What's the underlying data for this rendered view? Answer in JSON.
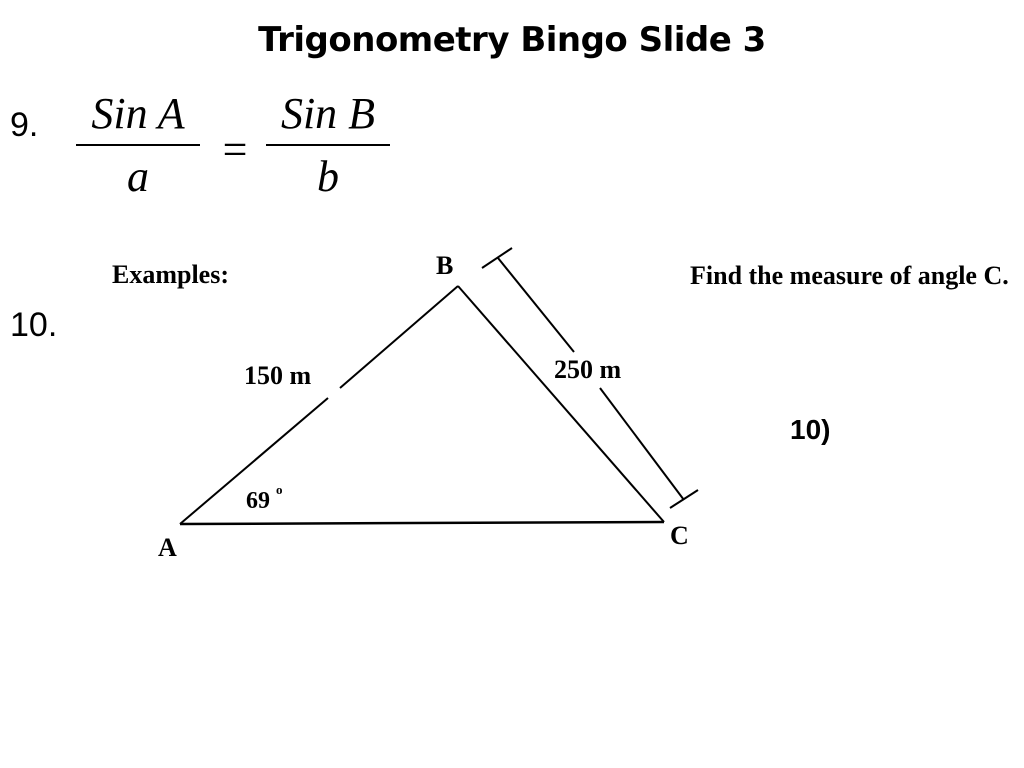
{
  "slide": {
    "title": "Trigonometry Bingo Slide 3"
  },
  "question9": {
    "number": "9.",
    "formula": {
      "left_numerator": "Sin A",
      "left_denominator": "a",
      "equals": "=",
      "right_numerator": "Sin B",
      "right_denominator": "b"
    }
  },
  "question10": {
    "number": "10.",
    "examples_label": "Examples:",
    "instruction": "Find the measure of angle C.",
    "answer_label": "10)",
    "triangle": {
      "vertex_a": "A",
      "vertex_b": "B",
      "vertex_c": "C",
      "side_ab": "150 m",
      "side_bc": "250 m",
      "angle_a_value": "69",
      "angle_a_unit": "o"
    }
  }
}
